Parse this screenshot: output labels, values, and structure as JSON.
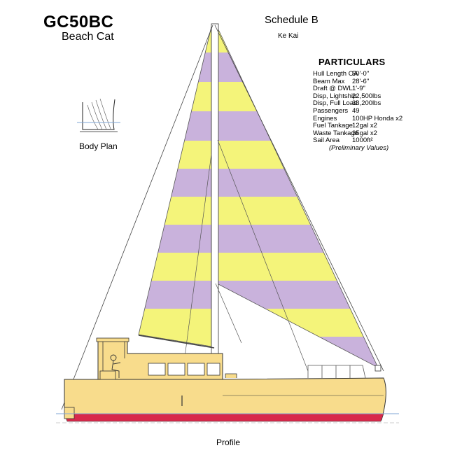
{
  "header": {
    "title": "GC50BC",
    "subtitle": "Beach Cat",
    "schedule": "Schedule B",
    "boat_name": "Ke Kai"
  },
  "particulars": {
    "heading": "PARTICULARS",
    "rows": [
      {
        "label": "Hull Length OA",
        "value": "50'-0\""
      },
      {
        "label": "Beam Max",
        "value": "28'-6\""
      },
      {
        "label": "Draft @ DWL",
        "value": "1'-9\""
      },
      {
        "label": "Disp, Lightship",
        "value": "22,500lbs"
      },
      {
        "label": "Disp, Full Load",
        "value": "33,200lbs"
      },
      {
        "label": "Passengers",
        "value": "49"
      },
      {
        "label": "Engines",
        "value": "100HP Honda x2"
      },
      {
        "label": "Fuel Tankage",
        "value": "12gal x2"
      },
      {
        "label": "Waste Tankage",
        "value": "35gal x2"
      },
      {
        "label": "Sail Area",
        "value": "1000ft²"
      }
    ],
    "note": "(Preliminary Values)"
  },
  "labels": {
    "body_plan": "Body Plan",
    "profile": "Profile"
  },
  "colors": {
    "hull": "#f8dc8c",
    "boot_stripe": "#d8294b",
    "sail_yellow": "#f4f47a",
    "sail_purple": "#c9b2dc",
    "waterline": "#7fa6d6"
  }
}
